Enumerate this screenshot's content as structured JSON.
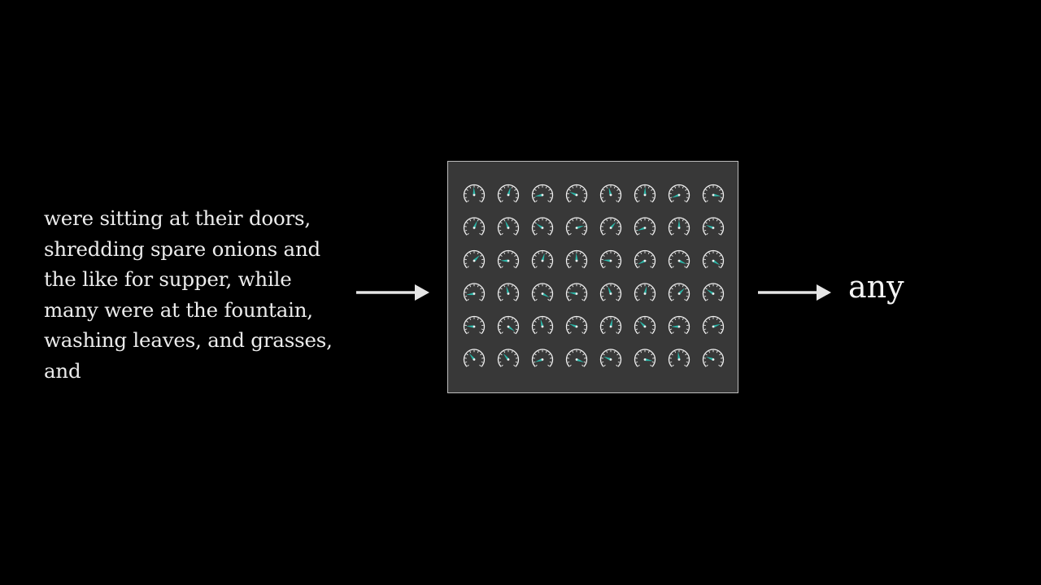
{
  "input": {
    "lines": [
      "were sitting at their doors,",
      "shredding spare onions and",
      "the like for supper, while",
      "many were at the fountain,",
      "washing leaves, and grasses,",
      "and"
    ]
  },
  "output": {
    "word": "any"
  },
  "model": {
    "dial_rows": 6,
    "dial_cols": 8,
    "box_color": "#383838",
    "border_color": "#bdbdbd",
    "dial_color": "#f0f0f0",
    "needle_color": "#2bb6a8"
  },
  "colors": {
    "background": "#000000",
    "text": "#ececec",
    "arrow": "#e6e6e6"
  }
}
